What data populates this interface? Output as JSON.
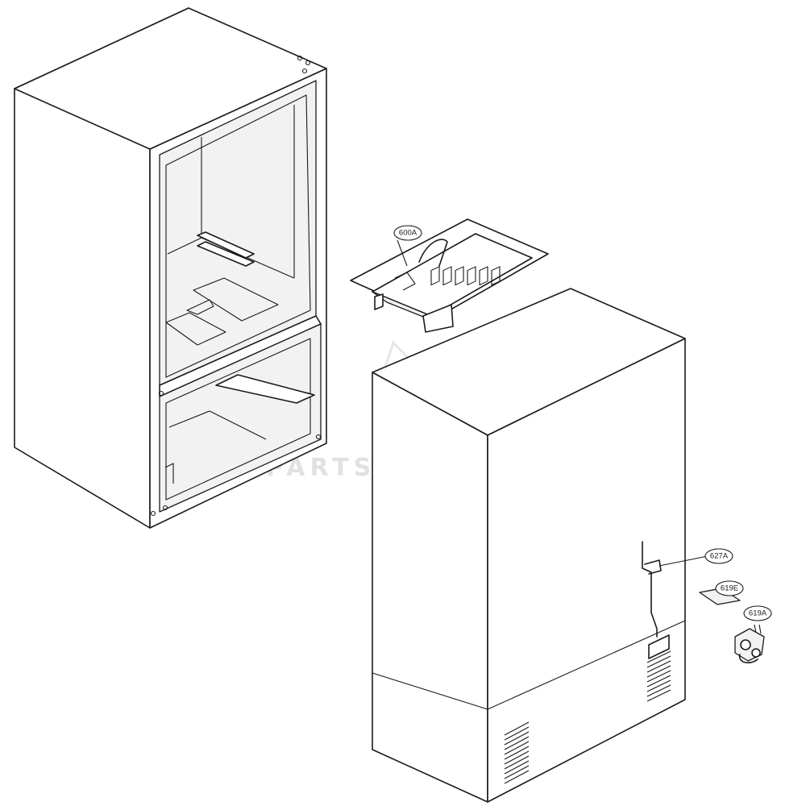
{
  "callouts": [
    {
      "id": "600A",
      "text": "600A"
    },
    {
      "id": "627A",
      "text": "627A"
    },
    {
      "id": "619E",
      "text": "619E"
    },
    {
      "id": "619A",
      "text": "619A"
    }
  ],
  "watermark": {
    "text": "PARTSADVENTURE"
  },
  "colors": {
    "line": "#1a1a1a",
    "background": "#ffffff"
  }
}
